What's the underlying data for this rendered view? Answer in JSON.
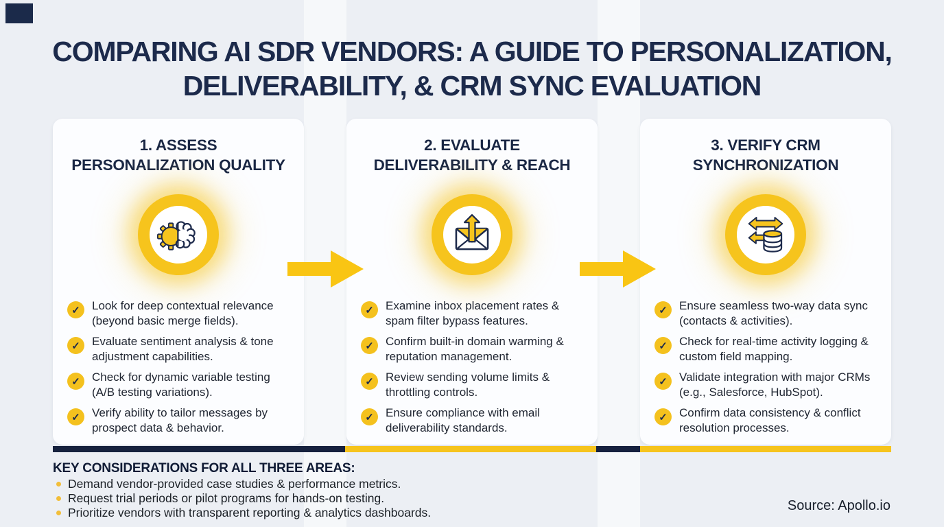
{
  "title": {
    "line1": "COMPARING AI SDR VENDORS: A GUIDE TO PERSONALIZATION,",
    "line2": "DELIVERABILITY, & CRM SYNC EVALUATION"
  },
  "columns": [
    {
      "title_line1": "1. ASSESS",
      "title_line2": "PERSONALIZATION QUALITY",
      "icon": "gear-brain-icon",
      "bullets": [
        "Look for deep contextual relevance (beyond basic merge fields).",
        "Evaluate sentiment analysis & tone adjustment capabilities.",
        "Check for dynamic variable testing (A/B testing variations).",
        "Verify ability to tailor messages by prospect data & behavior."
      ]
    },
    {
      "title_line1": "2. EVALUATE",
      "title_line2": "DELIVERABILITY & REACH",
      "icon": "email-up-arrow-icon",
      "bullets": [
        "Examine inbox placement rates & spam filter bypass features.",
        "Confirm built-in domain warming & reputation management.",
        "Review sending volume limits & throttling controls.",
        "Ensure compliance with email deliverability standards."
      ]
    },
    {
      "title_line1": "3. VERIFY CRM",
      "title_line2": "SYNCHRONIZATION",
      "icon": "data-sync-database-icon",
      "bullets": [
        "Ensure seamless two-way data sync (contacts & activities).",
        "Check for real-time activity logging & custom field mapping.",
        "Validate integration with major CRMs (e.g., Salesforce, HubSpot).",
        "Confirm data consistency & conflict resolution processes."
      ]
    }
  ],
  "check_glyph": "✓",
  "footer": {
    "heading": "KEY CONSIDERATIONS FOR ALL THREE AREAS:",
    "bullets": [
      "Demand vendor-provided case studies & performance metrics.",
      "Request trial periods or pilot programs for hands-on testing.",
      "Prioritize vendors with transparent reporting & analytics dashboards."
    ],
    "source": "Source: Apollo.io"
  },
  "colors": {
    "accent_yellow": "#F6C41D",
    "navy": "#1B2A4A",
    "background": "#ECEFF4",
    "card": "#FCFDFF",
    "body_text": "#212733"
  }
}
